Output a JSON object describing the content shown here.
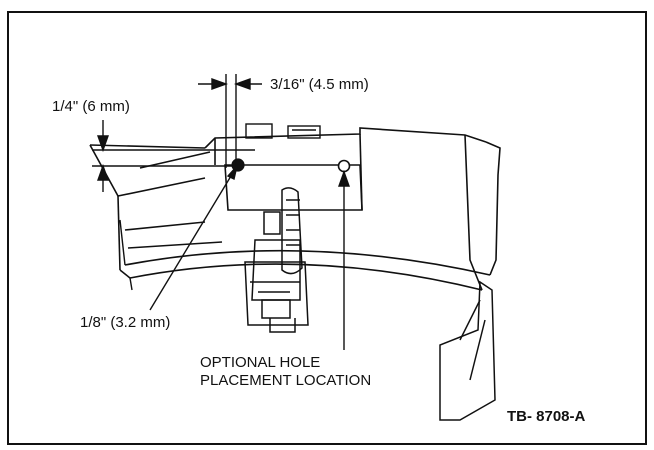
{
  "diagram": {
    "labels": {
      "top_dimension": "3/16\" (4.5 mm)",
      "left_dimension": "1/4\" (6 mm)",
      "hole_diameter": "1/8\" (3.2 mm)",
      "optional_hole_line1": "OPTIONAL HOLE",
      "optional_hole_line2": "PLACEMENT LOCATION",
      "figure_id": "TB- 8708-A"
    }
  }
}
